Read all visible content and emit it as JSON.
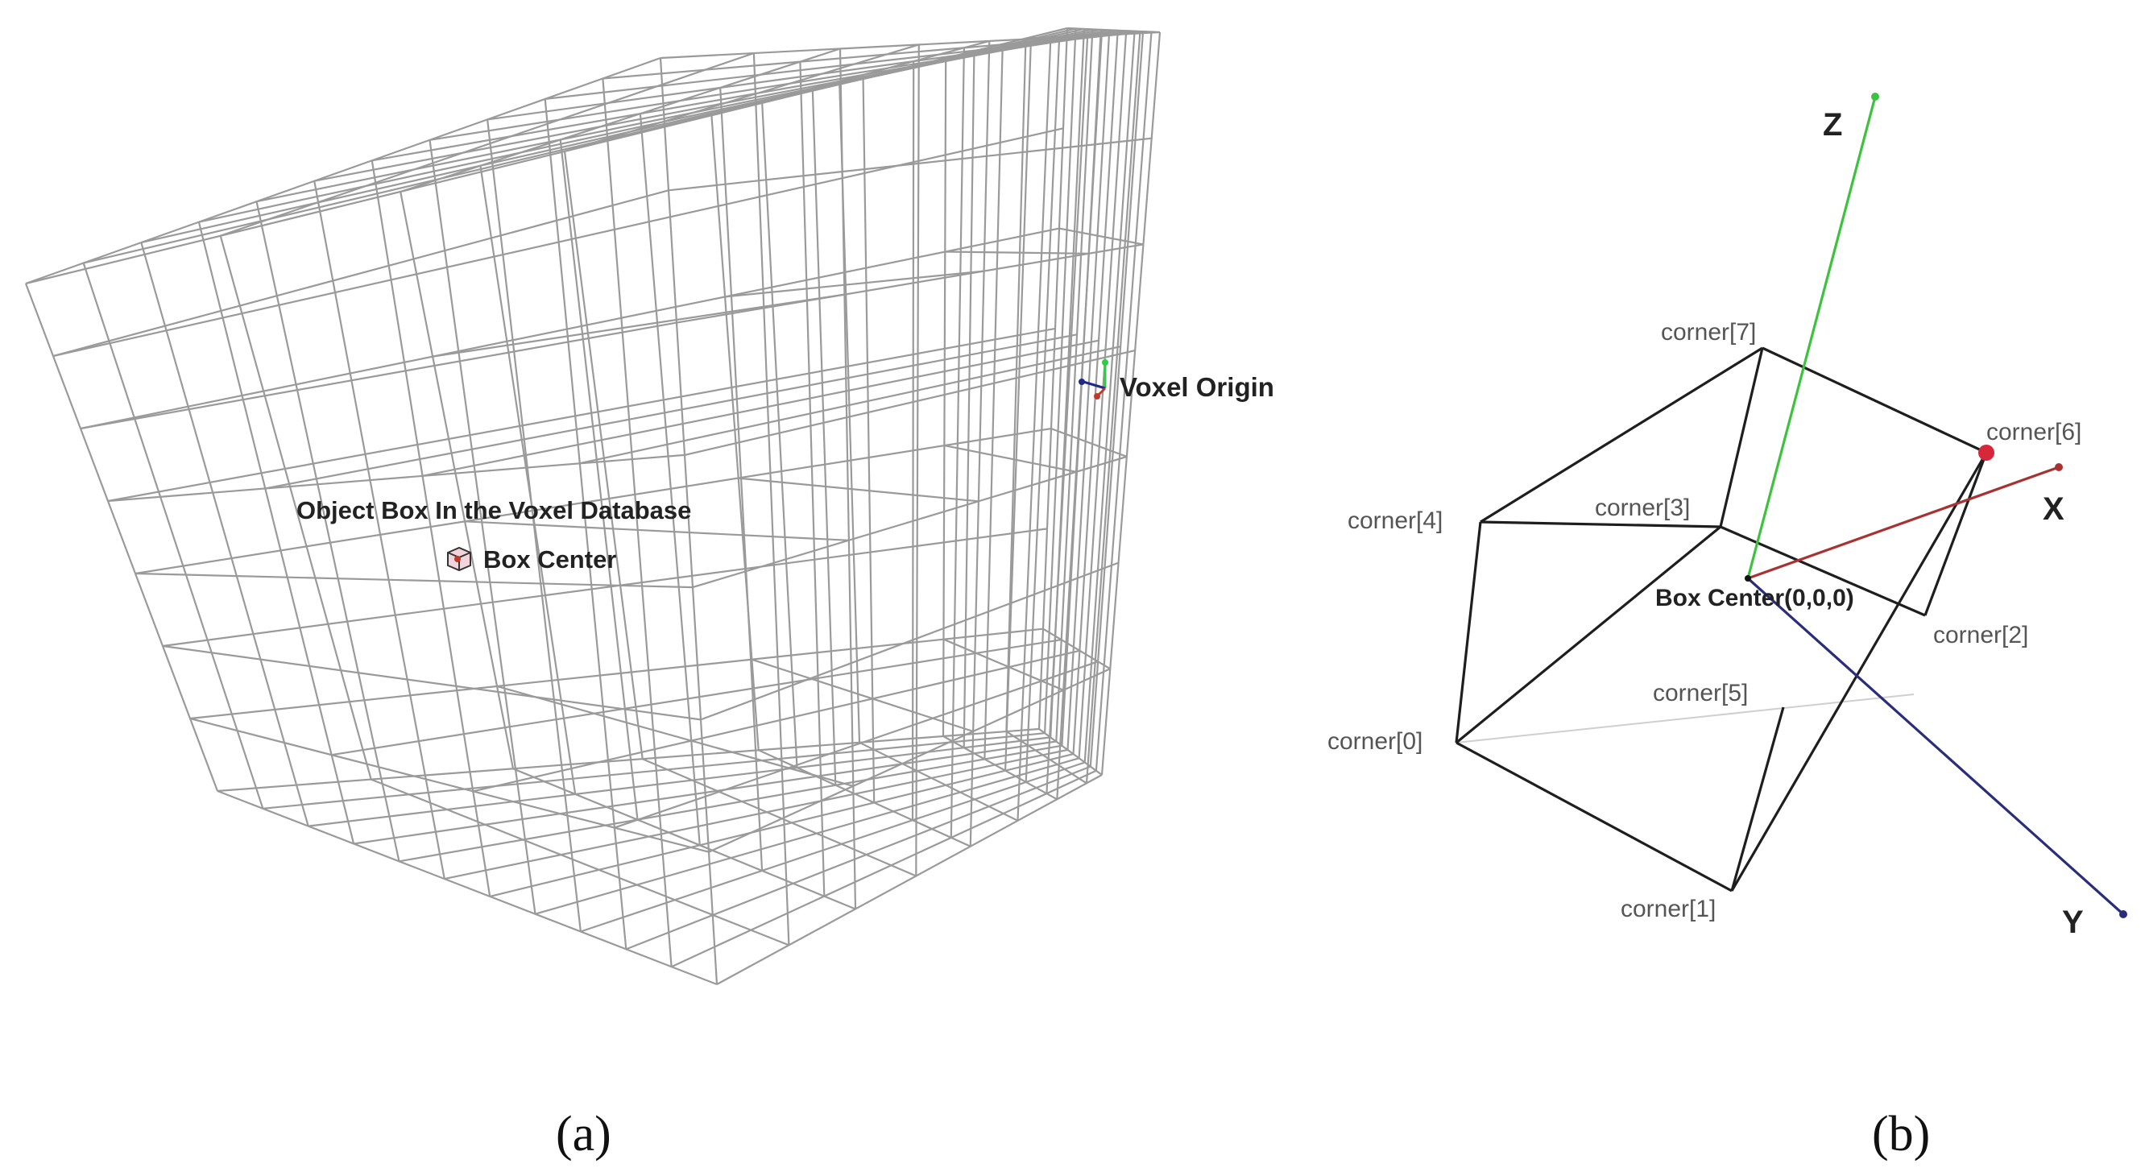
{
  "panel_a": {
    "labels": {
      "voxel_origin": "Voxel Origin",
      "object_box": "Object Box In the Voxel Database",
      "box_center": "Box Center"
    },
    "caption": "(a)",
    "colors": {
      "grid": "#9a9a9a",
      "axis_x": "#c0392b",
      "axis_y": "#1f2a8a",
      "axis_z": "#2ecc40"
    }
  },
  "panel_b": {
    "axis_labels": {
      "x": "X",
      "y": "Y",
      "z": "Z"
    },
    "corners": [
      "corner[0]",
      "corner[1]",
      "corner[2]",
      "corner[3]",
      "corner[4]",
      "corner[5]",
      "corner[6]",
      "corner[7]"
    ],
    "box_center": "Box Center(0,0,0)",
    "caption": "(b)",
    "colors": {
      "box": "#1e1e1e",
      "axis_x": "#a83232",
      "axis_y": "#2a2e7a",
      "axis_z": "#3cc23c",
      "highlight_corner": "#d62839"
    }
  }
}
